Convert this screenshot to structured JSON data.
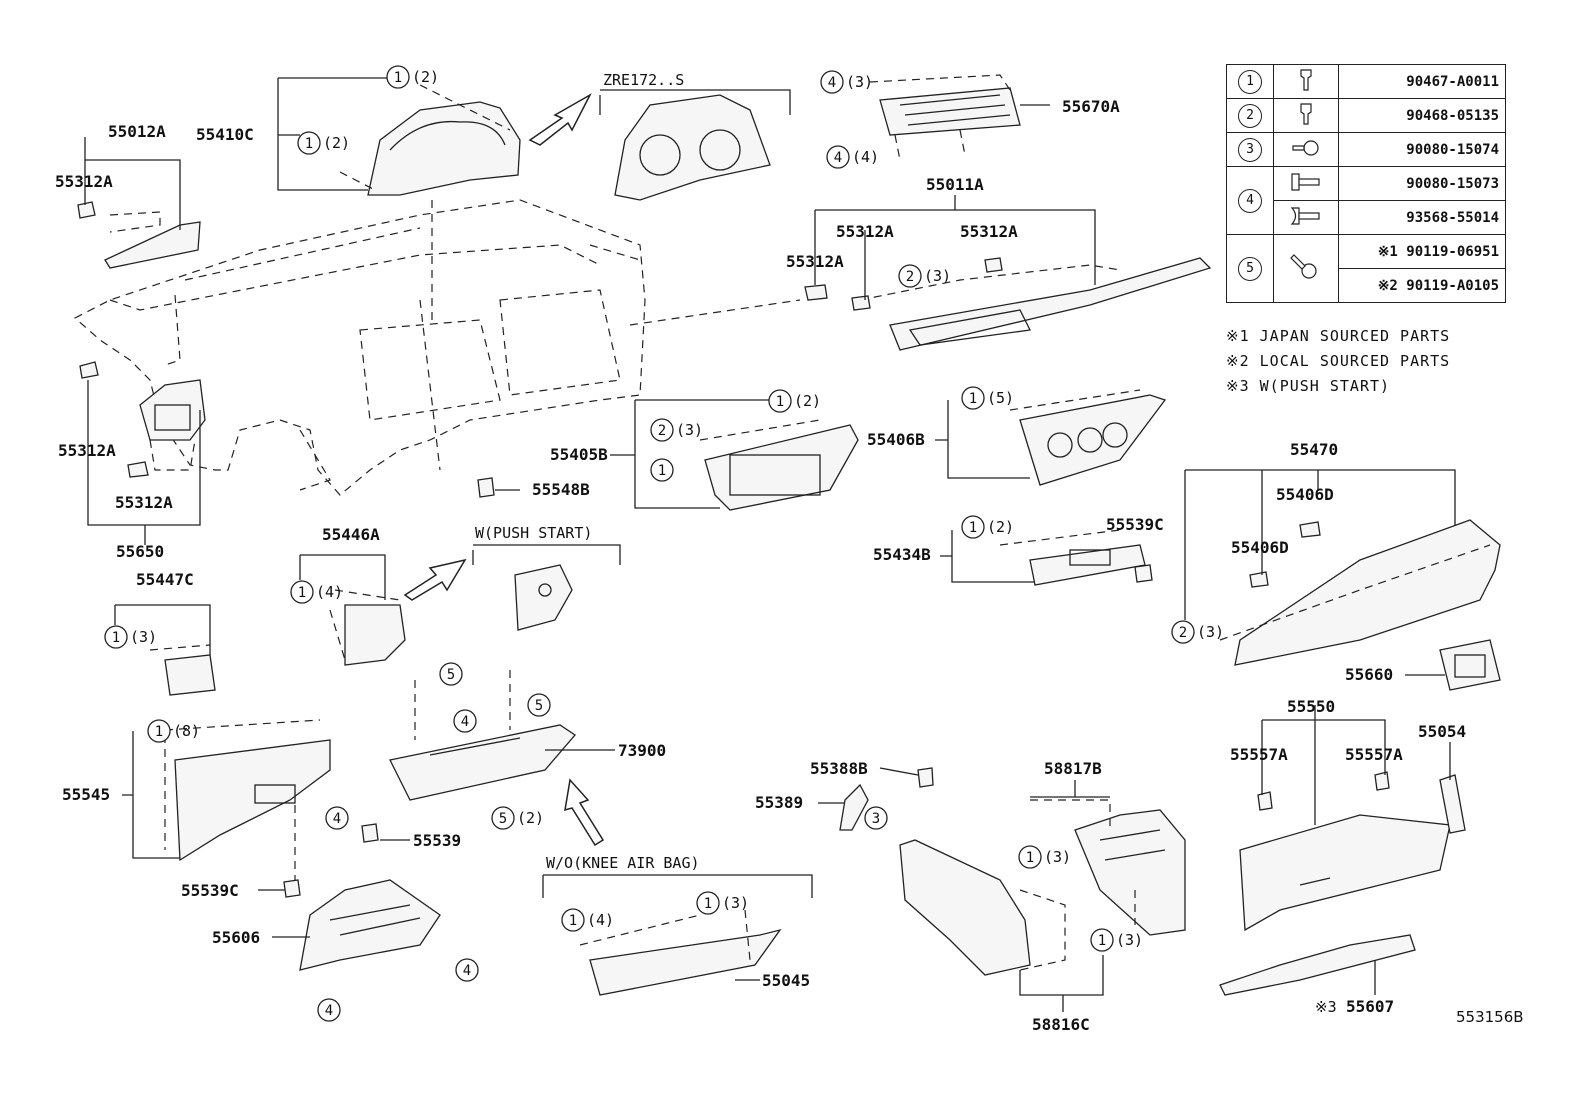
{
  "legend": [
    {
      "num": "1",
      "icon": "clip-icon",
      "part": "90467-A0011"
    },
    {
      "num": "2",
      "icon": "clip-icon",
      "part": "90468-05135"
    },
    {
      "num": "3",
      "icon": "screw-icon",
      "part": "90080-15074"
    },
    {
      "num": "4",
      "icon": "bolt-icon",
      "part": "90080-15073"
    },
    {
      "num": "",
      "icon": "bolt-icon",
      "part": "93568-55014"
    },
    {
      "num": "5",
      "icon": "screw-icon",
      "part": "※1 90119-06951"
    },
    {
      "num": "",
      "icon": "",
      "part": "※2 90119-A0105"
    }
  ],
  "notes": [
    "※1 JAPAN SOURCED PARTS",
    "※2 LOCAL SOURCED PARTS",
    "※3 W(PUSH START)"
  ],
  "reference": "553156B",
  "labels": {
    "p55012A": "55012A",
    "p55312A_1": "55312A",
    "p55410C": "55410C",
    "zre": "ZRE172..S",
    "p55670A": "55670A",
    "p55011A": "55011A",
    "p55312A_2": "55312A",
    "p55312A_3": "55312A",
    "p55312A_4": "55312A",
    "p55312A_5": "55312A",
    "p55312A_6": "55312A",
    "p55650": "55650",
    "p55405B": "55405B",
    "p55548B": "55548B",
    "p55406B": "55406B",
    "p55434B": "55434B",
    "p55539C_1": "55539C",
    "p55470": "55470",
    "p55406D_1": "55406D",
    "p55406D_2": "55406D",
    "p55660": "55660",
    "p55446A": "55446A",
    "wpush": "W(PUSH START)",
    "p55447C": "55447C",
    "p73900": "73900",
    "p55545": "55545",
    "p55539": "55539",
    "p55539C_2": "55539C",
    "p55606": "55606",
    "wo": "W/O(KNEE AIR BAG)",
    "p55045": "55045",
    "p55388B": "55388B",
    "p55389": "55389",
    "p58817B": "58817B",
    "p58816C": "58816C",
    "p55550": "55550",
    "p55557A_1": "55557A",
    "p55557A_2": "55557A",
    "p55054": "55054",
    "p55607": "55607",
    "mark3": "※3"
  },
  "callouts": {
    "c1a": {
      "n": "1",
      "q": "(2)"
    },
    "c1b": {
      "n": "1",
      "q": "(2)"
    },
    "c4a": {
      "n": "4",
      "q": "(3)"
    },
    "c4b": {
      "n": "4",
      "q": "(4)"
    },
    "c2a": {
      "n": "2",
      "q": "(3)"
    },
    "c1c": {
      "n": "1",
      "q": "(2)"
    },
    "c2b": {
      "n": "2",
      "q": "(3)"
    },
    "c1d": {
      "n": "1",
      "q": ""
    },
    "c1e": {
      "n": "1",
      "q": "(5)"
    },
    "c1f": {
      "n": "1",
      "q": "(2)"
    },
    "c2c": {
      "n": "2",
      "q": "(3)"
    },
    "c1g": {
      "n": "1",
      "q": "(4)"
    },
    "c1h": {
      "n": "1",
      "q": "(3)"
    },
    "c5a": {
      "n": "5",
      "q": ""
    },
    "c4c": {
      "n": "4",
      "q": ""
    },
    "c5b": {
      "n": "5",
      "q": ""
    },
    "c5c": {
      "n": "5",
      "q": "(2)"
    },
    "c1i": {
      "n": "1",
      "q": "(8)"
    },
    "c4d": {
      "n": "4",
      "q": ""
    },
    "c4e": {
      "n": "4",
      "q": ""
    },
    "c4f": {
      "n": "4",
      "q": ""
    },
    "c1j": {
      "n": "1",
      "q": "(4)"
    },
    "c1k": {
      "n": "1",
      "q": "(3)"
    },
    "c3a": {
      "n": "3",
      "q": ""
    },
    "c1l": {
      "n": "1",
      "q": "(3)"
    },
    "c1m": {
      "n": "1",
      "q": "(3)"
    }
  }
}
